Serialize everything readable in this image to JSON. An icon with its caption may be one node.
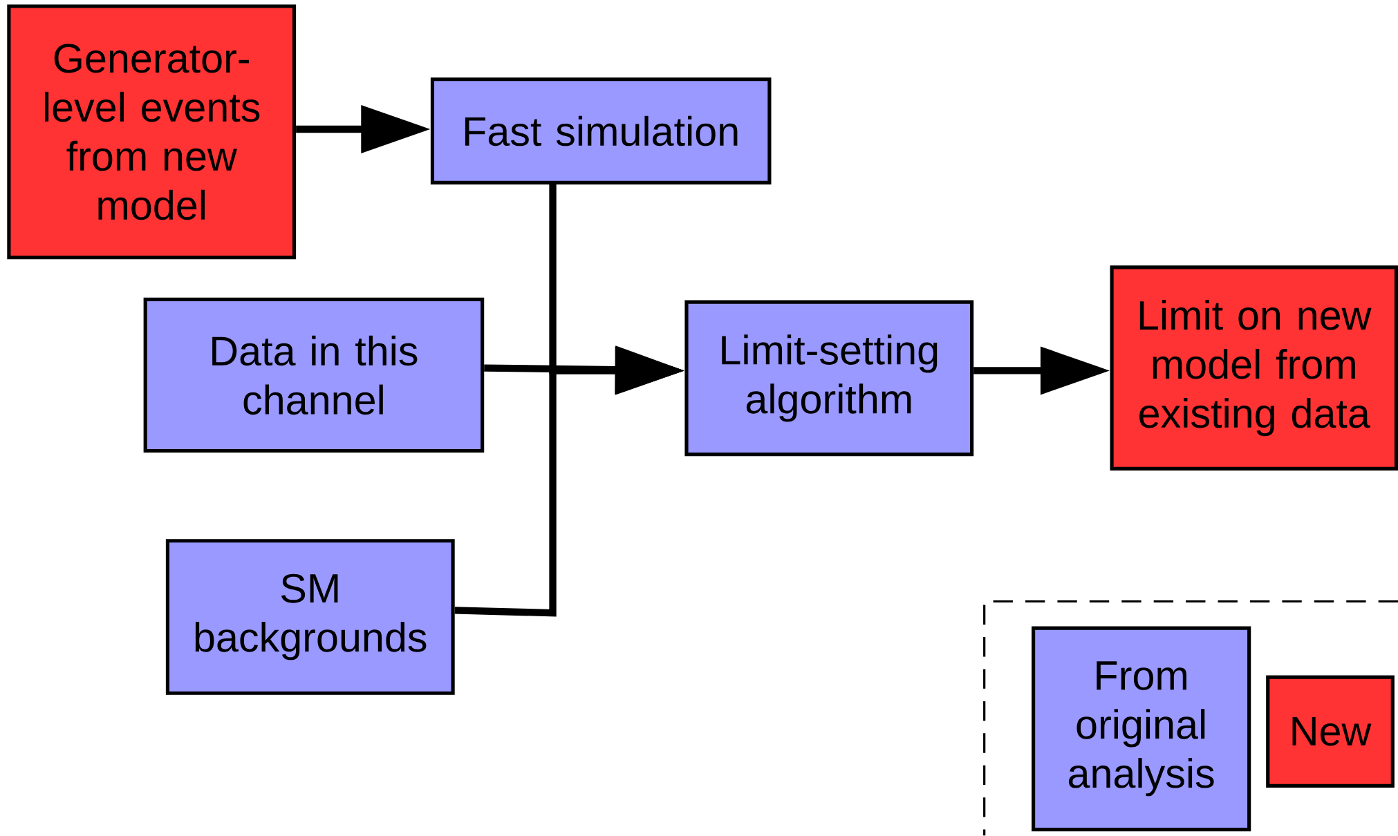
{
  "diagram": {
    "nodes": [
      {
        "text": [
          "Generator-level events from new model"
        ]
      },
      {
        "text": [
          "Fast simulation"
        ]
      },
      {
        "text": [
          "Data in this channel"
        ]
      },
      {
        "text": [
          "Limit-setting algorithm"
        ]
      },
      {
        "text": [
          "Limit on new model from existing data"
        ]
      },
      {
        "text": [
          "SM backgrounds"
        ]
      }
    ],
    "edges": [
      {
        "from": 0,
        "to": 1,
        "arrow": "to"
      },
      {
        "from": 1,
        "to": 3,
        "arrow": "to"
      },
      {
        "from": 2,
        "to": 3,
        "arrow": "to"
      },
      {
        "from": 5,
        "to": 3,
        "arrow": "to"
      },
      {
        "from": 3,
        "to": 4,
        "arrow": "to"
      }
    ],
    "legend": [
      {
        "text": "From original analysis",
        "color": "#9999ff"
      },
      {
        "text": "New",
        "color": "#ff3333"
      }
    ]
  }
}
